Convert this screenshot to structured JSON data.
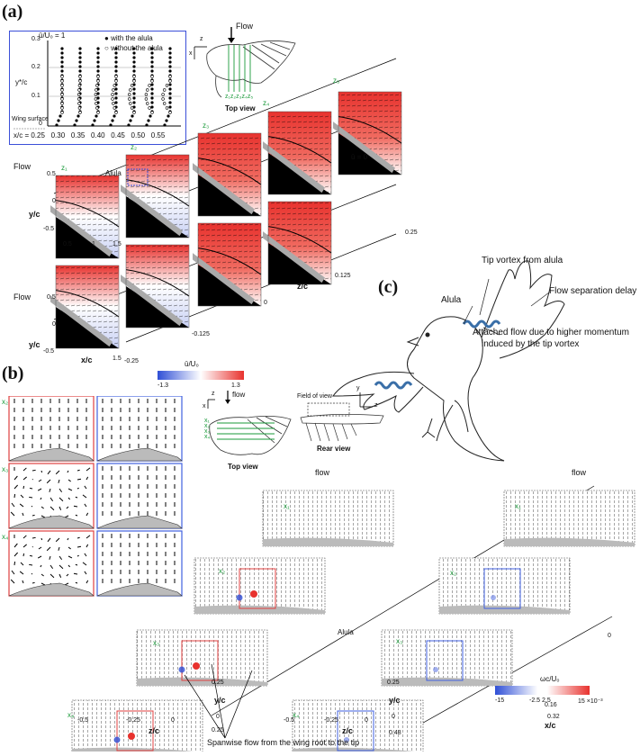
{
  "panels": {
    "a": {
      "label": "(a)"
    },
    "b": {
      "label": "(b)"
    },
    "c": {
      "label": "(c)"
    }
  },
  "inset_a": {
    "scale_label": "ū/U₀ = 1",
    "legend_with": "with the alula",
    "legend_without": "without the alula",
    "ylabel": "y*/c",
    "yticks": [
      "0.3",
      "0.2",
      "0.1",
      "0"
    ],
    "wing_surface": "Wing surface",
    "xc_prefix": "x/c = ",
    "xc_values": [
      "0.25",
      "0.30",
      "0.35",
      "0.40",
      "0.45",
      "0.50",
      "0.55"
    ]
  },
  "top_view_a": {
    "flow": "Flow",
    "axis_z": "z",
    "axis_x": "x",
    "stations": [
      "z₁",
      "z₂",
      "z₃",
      "z₄",
      "z₅"
    ],
    "caption": "Top view"
  },
  "stack_a": {
    "flow": "Flow",
    "alula": "Alula",
    "ubar_zero": "ū = 0",
    "ylabel": "y/c",
    "xlabel": "x/c",
    "yticks": [
      "0.5",
      "0",
      "-0.5"
    ],
    "xticks": [
      "0.5",
      "1",
      "1.5"
    ],
    "z_labels": [
      "z₁",
      "z₂",
      "z₃",
      "z₄",
      "z₅"
    ],
    "zticks": [
      "0.25",
      "0.125",
      "0",
      "-0.125",
      "-0.25"
    ],
    "zlabel": "z/c",
    "colorbar_label": "ū/U₀",
    "colorbar_min": "-1.3",
    "colorbar_max": "1.3"
  },
  "bird_c": {
    "tip_vortex": "Tip vortex from alula",
    "alula": "Alula",
    "separation": "Flow separation delay",
    "attached_line1": "Attached flow due to higher momentum",
    "attached_line2": "induced by the tip vortex"
  },
  "panel_b": {
    "rows": [
      "x₂",
      "x₃",
      "x₄"
    ],
    "top_view": {
      "flow": "flow",
      "axis_z": "z",
      "axis_x": "x",
      "stations": [
        "x₁",
        "x₂",
        "x₃",
        "x₄"
      ],
      "caption": "Top view"
    },
    "rear_view": {
      "field_of_view": "Field of view",
      "axis_y": "y",
      "axis_z": "z",
      "caption": "Rear view"
    },
    "stack_left_labels": [
      "x₁",
      "x₂",
      "x₃",
      "x₄"
    ],
    "stack_right_labels": [
      "x₁",
      "x₂",
      "x₃",
      "x₄"
    ],
    "flow": "flow",
    "alula": "Alula",
    "xc_ticks": [
      "0",
      "0.16",
      "0.32",
      "0.48"
    ],
    "xc_label": "x/c",
    "yc_ticks": [
      "0.25",
      "0"
    ],
    "yc_label": "y/c",
    "zc_ticks": [
      "-0.5",
      "-0.25",
      "0",
      "0.25"
    ],
    "zc_label": "z/c",
    "colorbar_label": "ωc/U₀",
    "colorbar_ticks": [
      "-15",
      "-2.5 2.5",
      "15 ×10⁻³"
    ],
    "spanwise_caption": "Spanwise flow from the wing root to the tip"
  },
  "colors": {
    "red": "#e8322e",
    "blue": "#2f4fd6",
    "inset_border": "#3b4fd8",
    "box_red": "#e04040",
    "box_blue": "#4060e0",
    "green_text": "#1a9a3a",
    "vortex_blue": "#3a6fa8"
  }
}
